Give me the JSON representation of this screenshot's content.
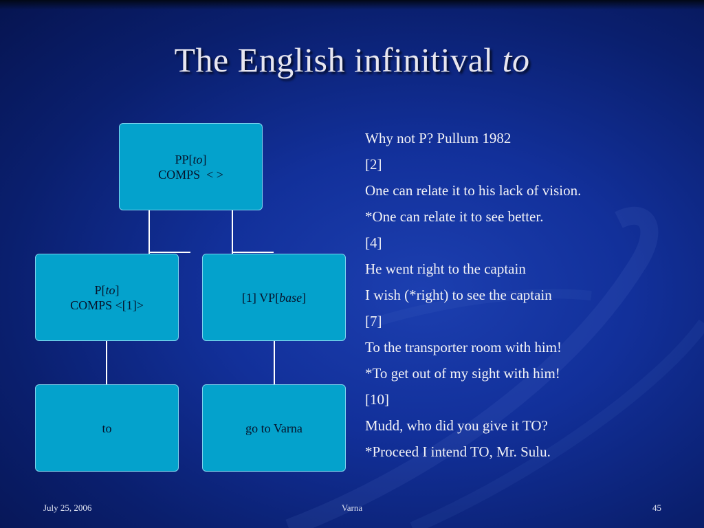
{
  "slide": {
    "title": "The English infinitival ",
    "title_italic": "to"
  },
  "tree": {
    "root": {
      "line1_prefix": "PP[",
      "line1_italic": "to",
      "line1_suffix": "]",
      "line2": "COMPS  < >"
    },
    "left": {
      "line1_prefix": "P[",
      "line1_italic": "to",
      "line1_suffix": "]",
      "line2": "COMPS <[1]>"
    },
    "right": {
      "line1_prefix": "[1] VP[",
      "line1_italic": "base",
      "line1_suffix": "]"
    },
    "left_leaf": {
      "label": "to"
    },
    "right_leaf": {
      "label": "go to Varna"
    }
  },
  "bullets": [
    "Why not P? Pullum 1982",
    "[2]",
    "One can relate it to his lack of vision.",
    "*One can relate it to see better.",
    "[4]",
    "He went right to the captain",
    "I wish (*right) to see the captain",
    "[7]",
    "To the transporter room with him!",
    "*To get out of my sight with him!",
    "[10]",
    "Mudd, who did you give it TO?",
    "*Proceed I intend TO, Mr. Sulu."
  ],
  "footer": {
    "date": "July 25, 2006",
    "center": "Varna",
    "page": "45"
  },
  "colors": {
    "background": "#12309a",
    "node_fill": "#04a2cc",
    "text": "#f2f2f6"
  }
}
